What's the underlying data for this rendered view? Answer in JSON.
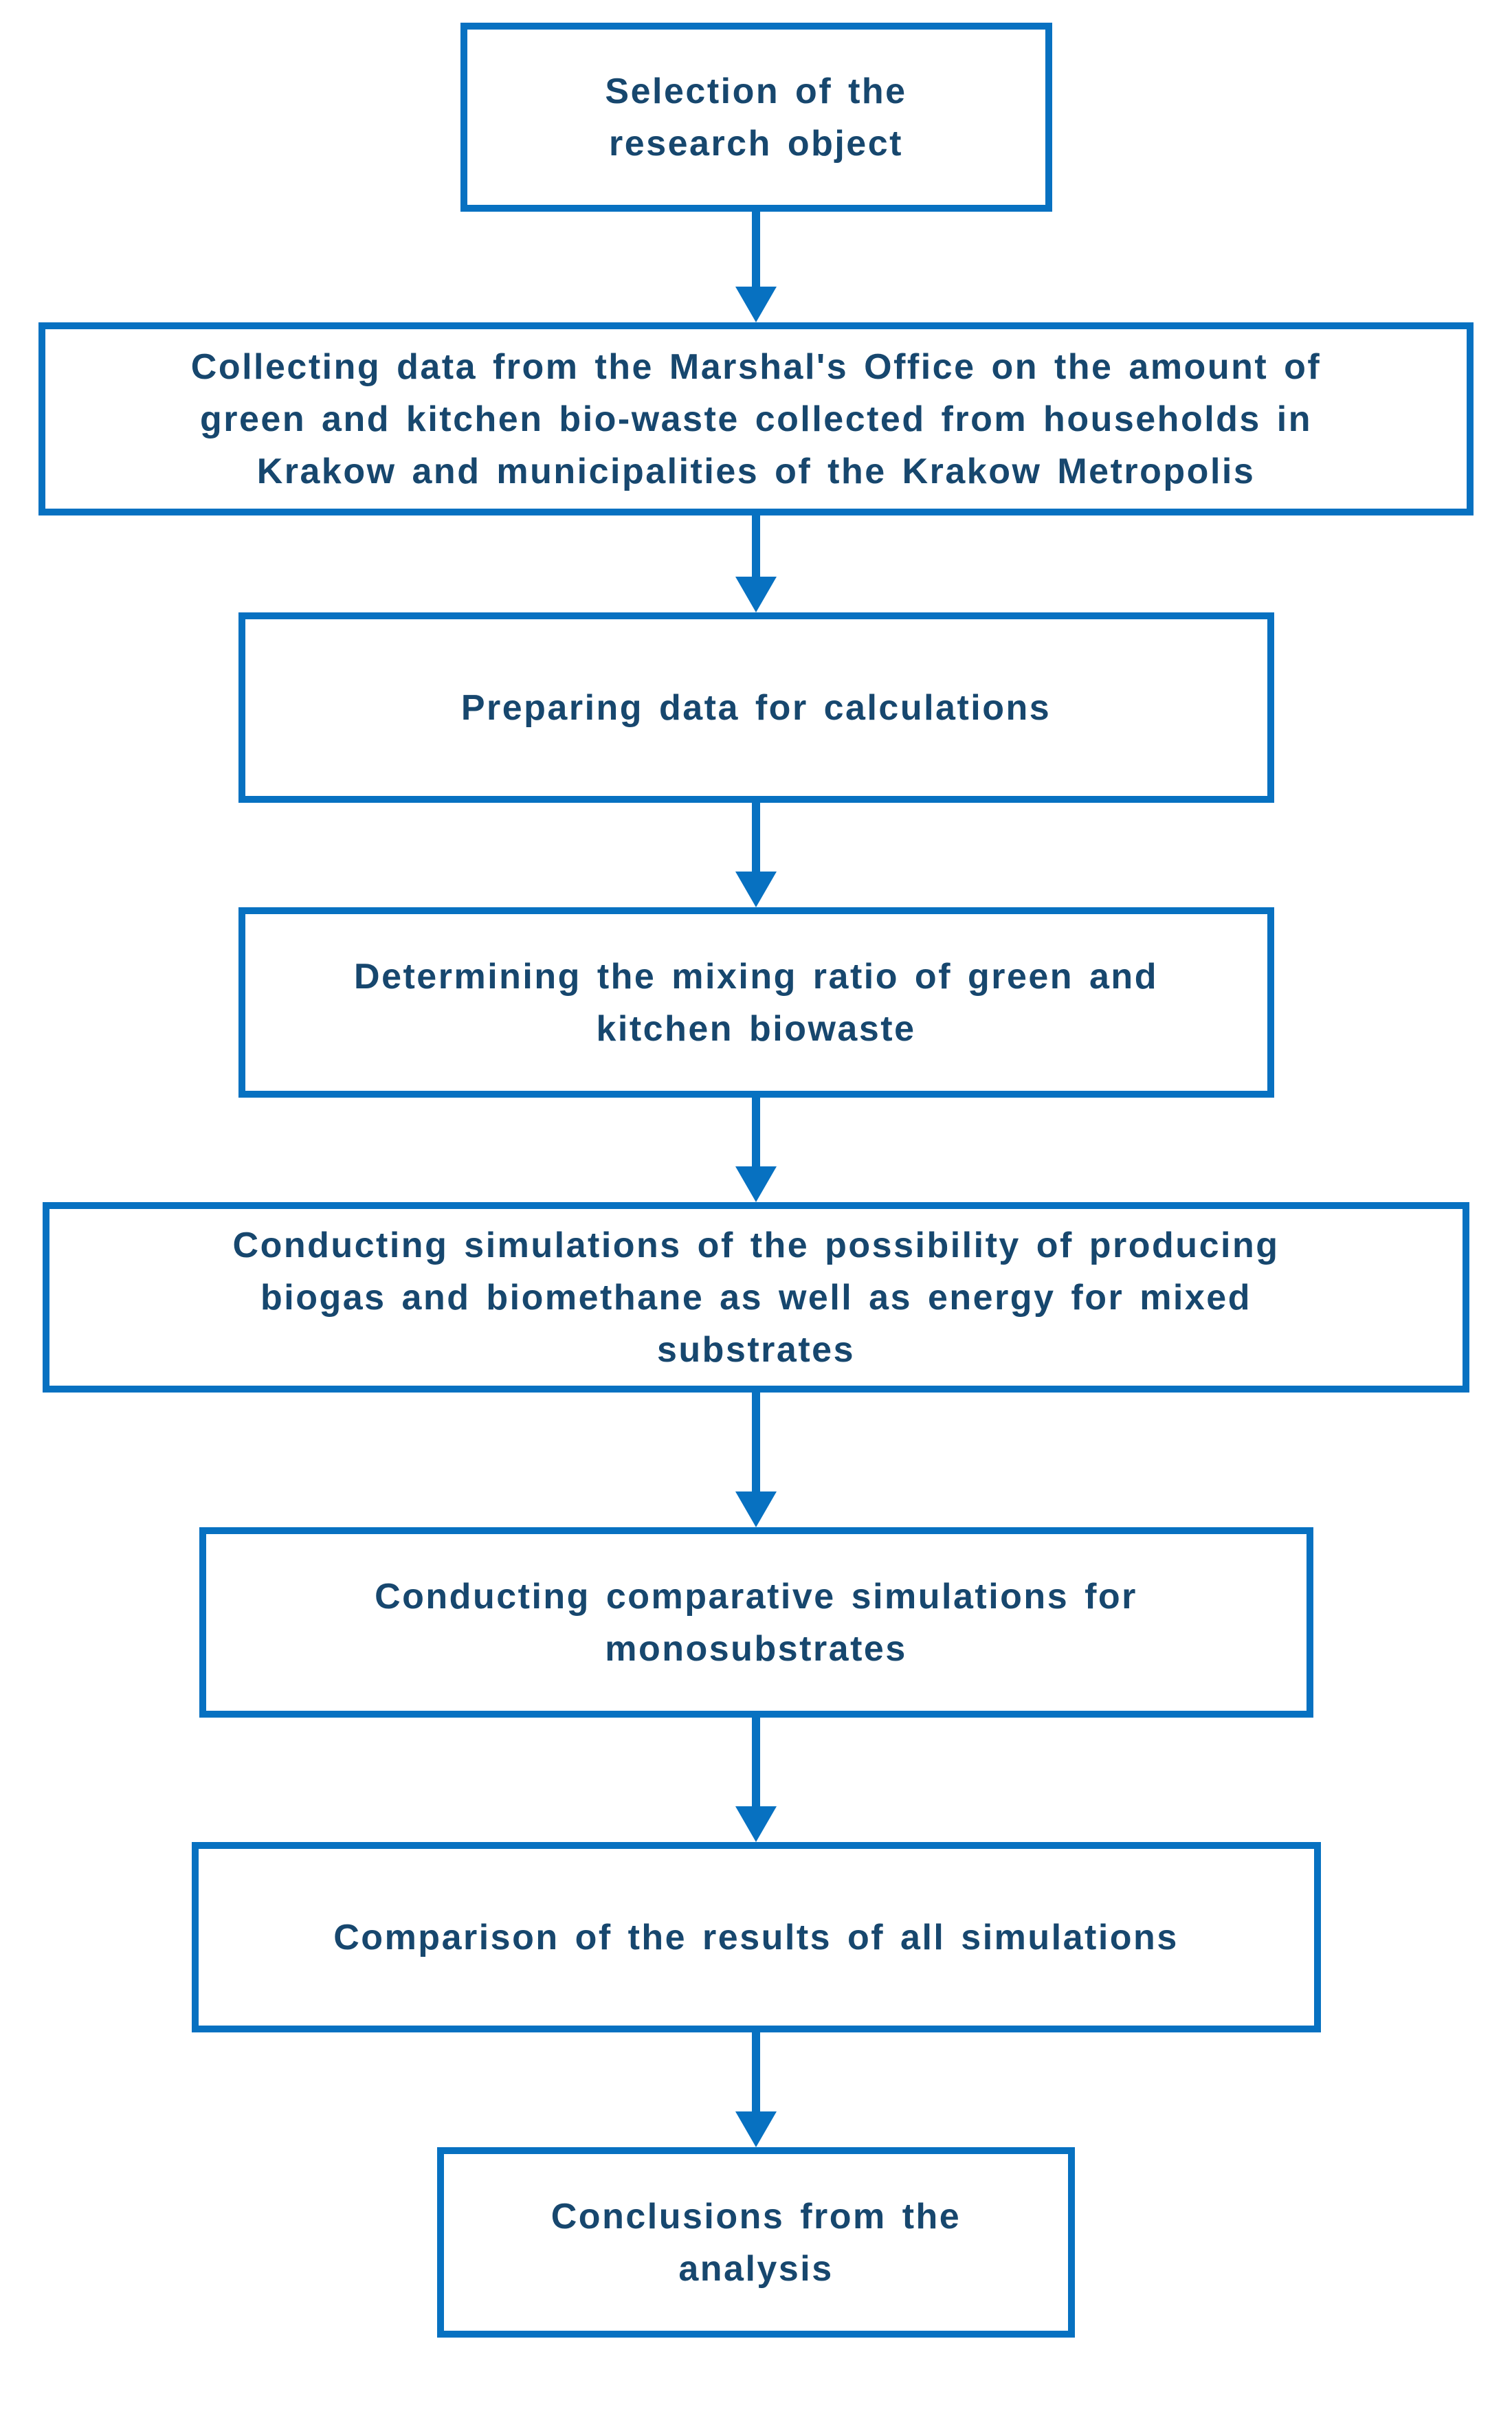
{
  "figure": {
    "type": "flowchart",
    "background_color": "#ffffff",
    "accent_color": "#0771c1",
    "text_color": "#17476e",
    "direction": "top-to-bottom",
    "steps": [
      {
        "id": 1,
        "lines": [
          "Selection of the",
          "research object"
        ]
      },
      {
        "id": 2,
        "lines": [
          "Collecting data from the Marshal's Office on the amount of",
          "green and kitchen bio-waste collected from households in",
          "Krakow and municipalities of the Krakow Metropolis"
        ]
      },
      {
        "id": 3,
        "lines": [
          "Preparing data for calculations"
        ]
      },
      {
        "id": 4,
        "lines": [
          "Determining the mixing ratio of green and",
          "kitchen biowaste"
        ]
      },
      {
        "id": 5,
        "lines": [
          "Conducting simulations of the possibility of producing",
          "biogas and biomethane as well as energy for mixed",
          "substrates"
        ]
      },
      {
        "id": 6,
        "lines": [
          "Conducting comparative simulations for",
          "monosubstrates"
        ]
      },
      {
        "id": 7,
        "lines": [
          "Comparison of the results of all simulations"
        ]
      },
      {
        "id": 8,
        "lines": [
          "Conclusions from the",
          "analysis"
        ]
      }
    ],
    "connectors": [
      {
        "from": 1,
        "to": 2
      },
      {
        "from": 2,
        "to": 3
      },
      {
        "from": 3,
        "to": 4
      },
      {
        "from": 4,
        "to": 5
      },
      {
        "from": 5,
        "to": 6
      },
      {
        "from": 6,
        "to": 7
      },
      {
        "from": 7,
        "to": 8
      }
    ]
  }
}
